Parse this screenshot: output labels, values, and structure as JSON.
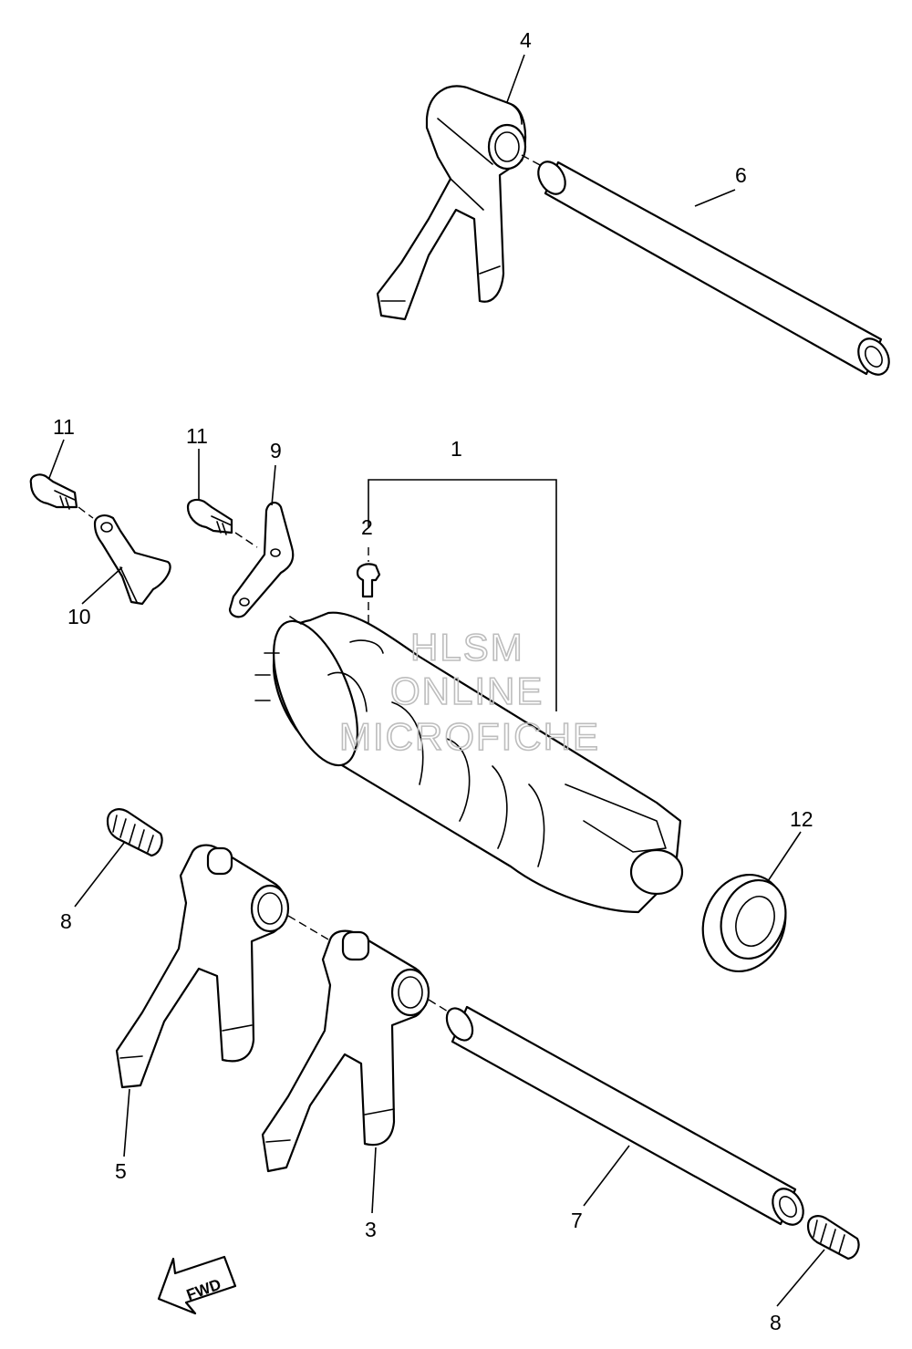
{
  "diagram": {
    "callouts": [
      "1",
      "2",
      "3",
      "4",
      "5",
      "6",
      "7",
      "8",
      "8",
      "9",
      "10",
      "11",
      "11",
      "12"
    ],
    "fwd_label": "FWD",
    "watermark": [
      "HLSM",
      "ONLINE",
      "MICROFICHE"
    ]
  }
}
